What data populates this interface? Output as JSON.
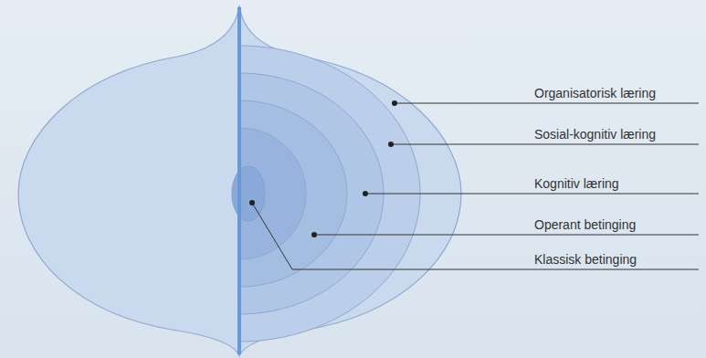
{
  "diagram": {
    "labels": [
      "Organisatorisk læring",
      "Sosial-kognitiv læring",
      "Kognitiv læring",
      "Operant betinging",
      "Klassisk betinging"
    ]
  }
}
